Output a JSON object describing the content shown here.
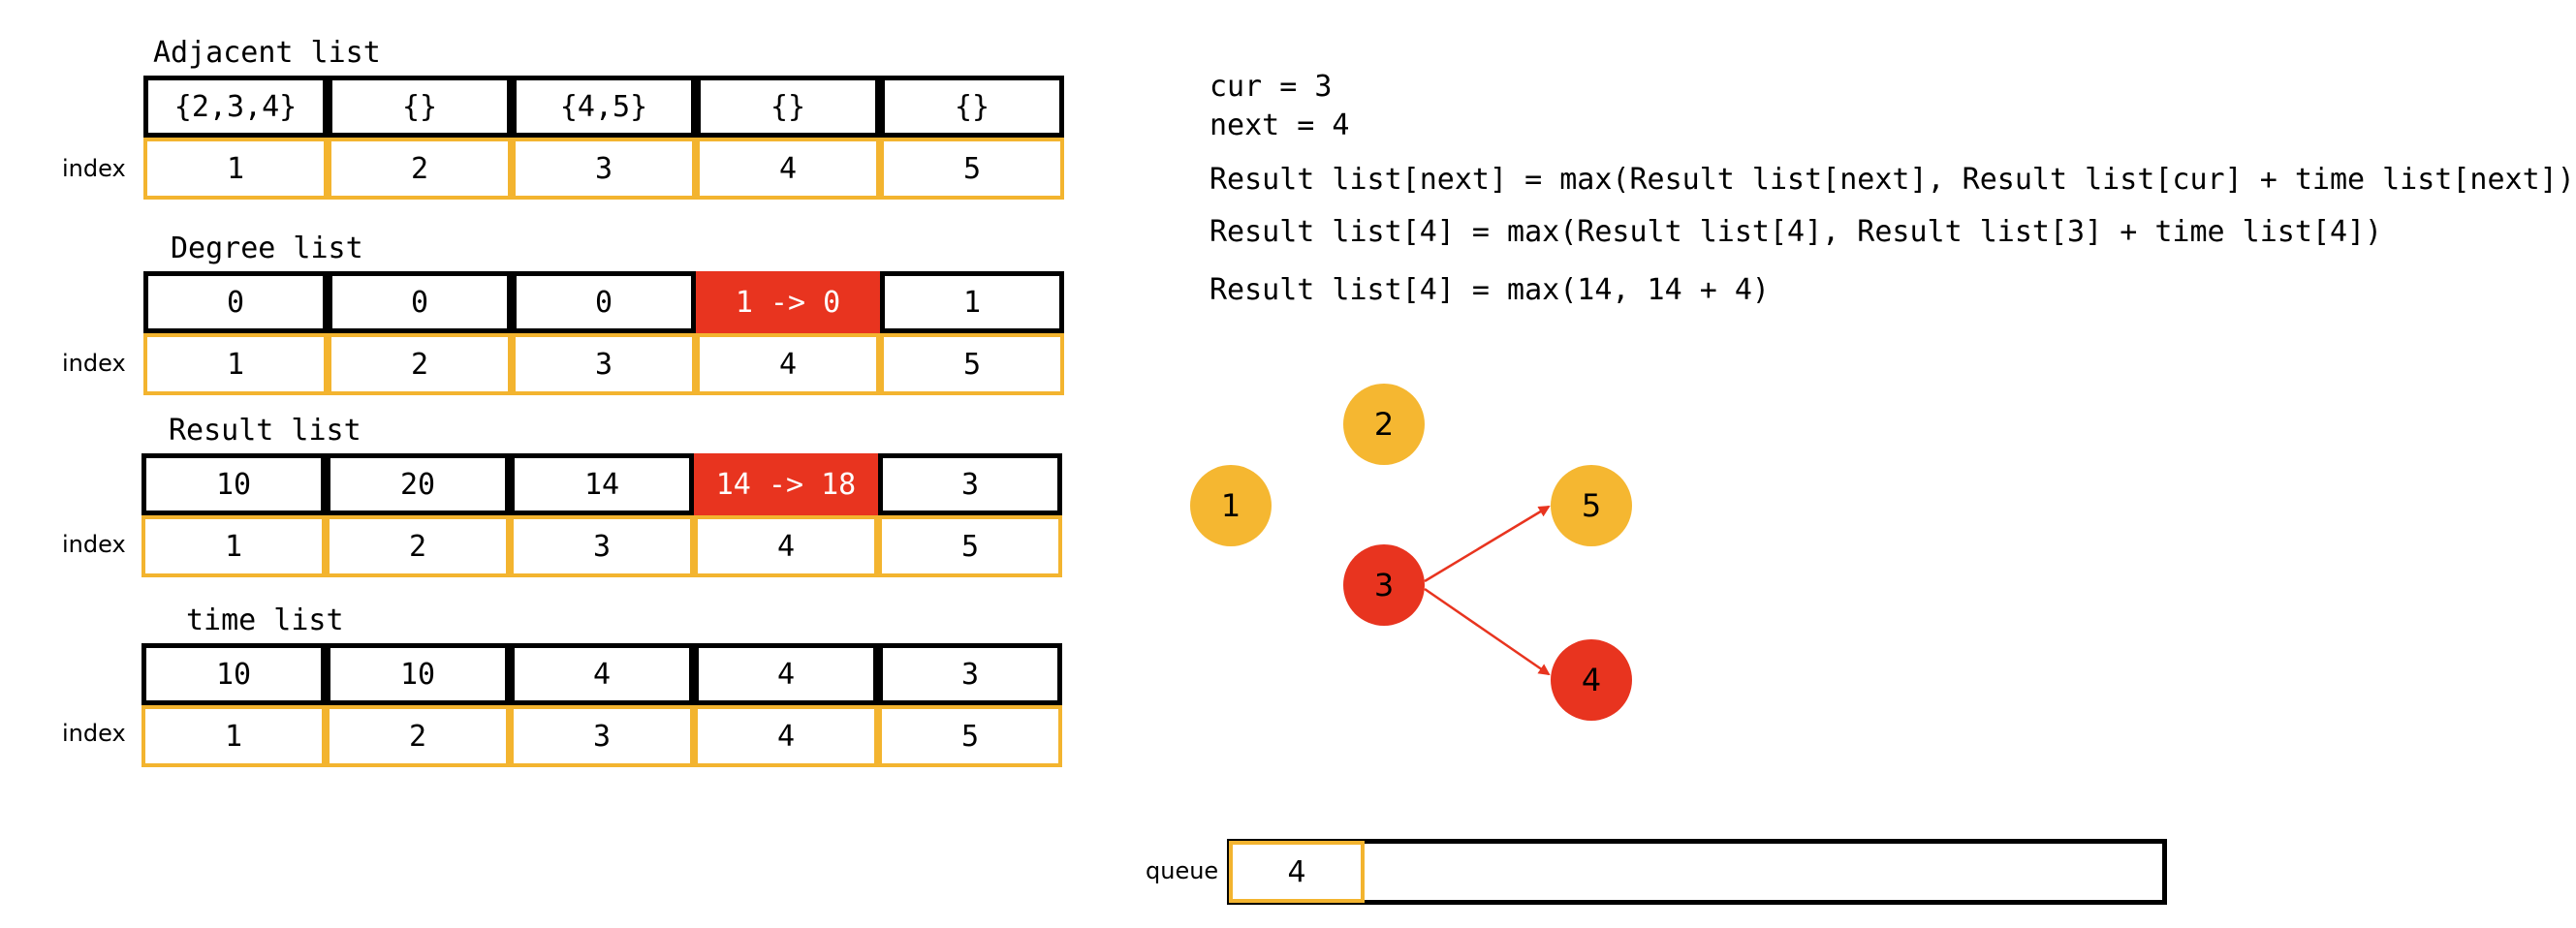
{
  "lists": [
    {
      "title": "Adjacent list",
      "index_label": "index",
      "values": [
        "{2,3,4}",
        "{}",
        "{4,5}",
        "{}",
        "{}"
      ],
      "indices": [
        "1",
        "2",
        "3",
        "4",
        "5"
      ],
      "highlight_index": null
    },
    {
      "title": "Degree list",
      "index_label": "index",
      "values": [
        "0",
        "0",
        "0",
        "1 -> 0",
        "1"
      ],
      "indices": [
        "1",
        "2",
        "3",
        "4",
        "5"
      ],
      "highlight_index": 3
    },
    {
      "title": "Result list",
      "index_label": "index",
      "values": [
        "10",
        "20",
        "14",
        "14 -> 18",
        "3"
      ],
      "indices": [
        "1",
        "2",
        "3",
        "4",
        "5"
      ],
      "highlight_index": 3
    },
    {
      "title": "time list",
      "index_label": "index",
      "values": [
        "10",
        "10",
        "4",
        "4",
        "3"
      ],
      "indices": [
        "1",
        "2",
        "3",
        "4",
        "5"
      ],
      "highlight_index": null
    }
  ],
  "formulas": {
    "cur": "cur = 3",
    "next": "next = 4",
    "general": "Result list[next] = max(Result list[next], Result list[cur] + time list[next])",
    "substituted": "Result list[4] = max(Result list[4], Result list[3] + time list[4])",
    "evaluated": "Result list[4] = max(14, 14 + 4)"
  },
  "graph": {
    "nodes": [
      {
        "id": "1",
        "label": "1",
        "state": "visited"
      },
      {
        "id": "2",
        "label": "2",
        "state": "visited"
      },
      {
        "id": "3",
        "label": "3",
        "state": "active"
      },
      {
        "id": "4",
        "label": "4",
        "state": "active"
      },
      {
        "id": "5",
        "label": "5",
        "state": "visited"
      }
    ],
    "edges": [
      {
        "from": "3",
        "to": "5"
      },
      {
        "from": "3",
        "to": "4"
      }
    ]
  },
  "queue": {
    "label": "queue",
    "items": [
      "4"
    ]
  },
  "colors": {
    "highlight_red": "#e8341f",
    "index_yellow": "#f3b42f",
    "node_yellow": "#f5b731",
    "border_black": "#000000"
  }
}
